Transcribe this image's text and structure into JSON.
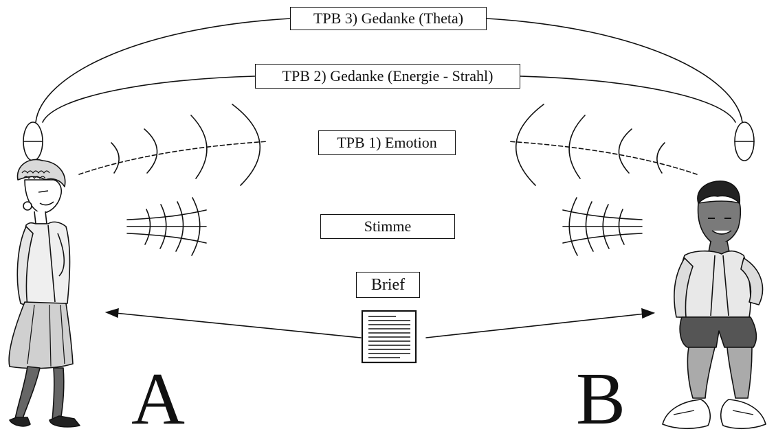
{
  "channels": {
    "tpb3": "TPB 3) Gedanke (Theta)",
    "tpb2": "TPB 2) Gedanke (Energie - Strahl)",
    "tpb1": "TPB 1) Emotion",
    "voice": "Stimme",
    "letter": "Brief"
  },
  "persons": {
    "left": "A",
    "right": "B"
  },
  "colors": {
    "ink": "#111111",
    "background": "#ffffff"
  }
}
